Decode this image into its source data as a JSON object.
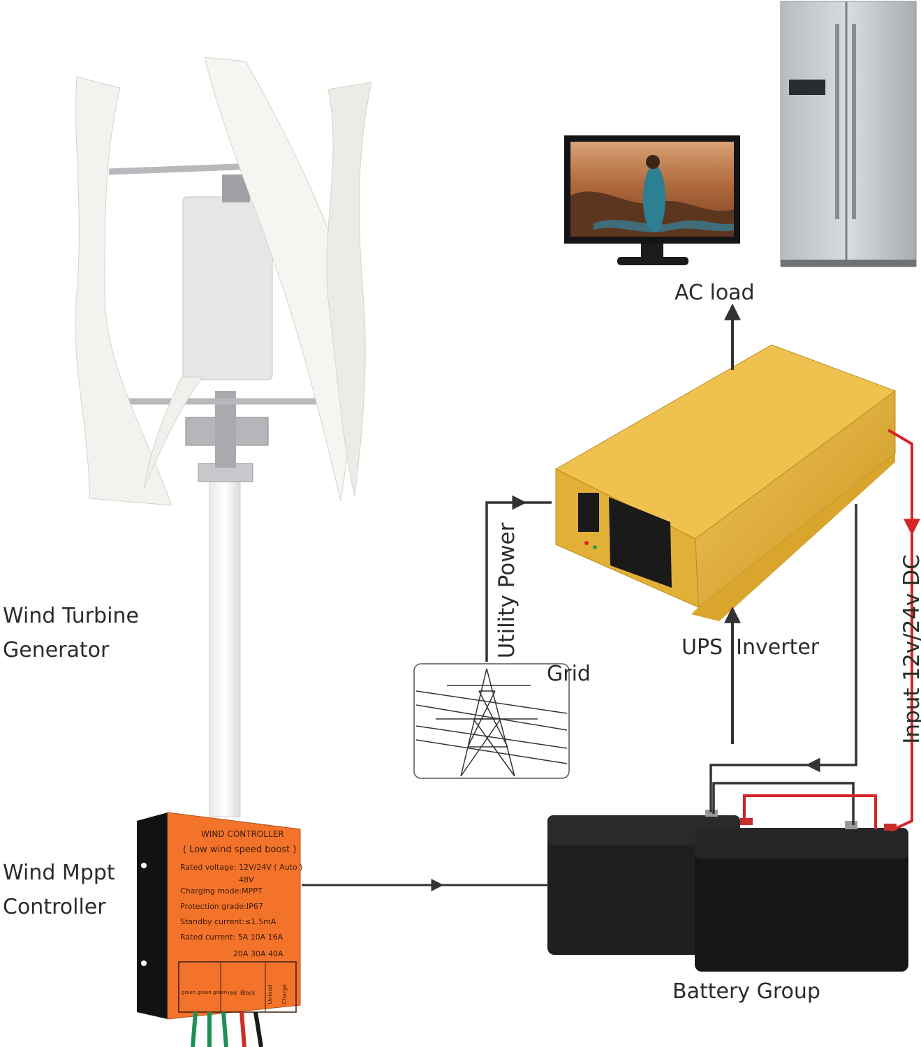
{
  "labels": {
    "wind_turbine": [
      "Wind Turbine",
      "Generator"
    ],
    "wind_controller": [
      "Wind Mppt",
      "Controller"
    ],
    "ac_load": "AC load",
    "ups_inverter": "UPS  Inverter",
    "grid": "Grid",
    "utility_power": "Utility Power",
    "input_dc": "Input 12v/24v DC",
    "battery_group": "Battery Group"
  },
  "controller_panel": {
    "title": "WIND CONTROLLER",
    "subtitle": "( Low wind speed boost )",
    "rated_voltage": "Rated voltage:  12V/24V ( Auto )",
    "voltage_alt": "48V",
    "charging_mode": "Charging mode:MPPT",
    "protection": "Protection grade:IP67",
    "standby": "Standby current:≤1.5mA",
    "rated_current": "Rated current:  5A  10A  16A",
    "current_alt": "20A  30A  40A",
    "terminal_green": "green green green",
    "terminal_red": "red",
    "terminal_black": "Black",
    "unload": "Unload",
    "charge": "Charge"
  },
  "colors": {
    "text": "#2b2b2b",
    "line_dark": "#333333",
    "line_red": "#d6242a",
    "inverter_gold": "#e0b23a",
    "controller_orange": "#f3732b",
    "battery_black": "#1a1a1a",
    "blade_white": "#f2f2ee"
  }
}
